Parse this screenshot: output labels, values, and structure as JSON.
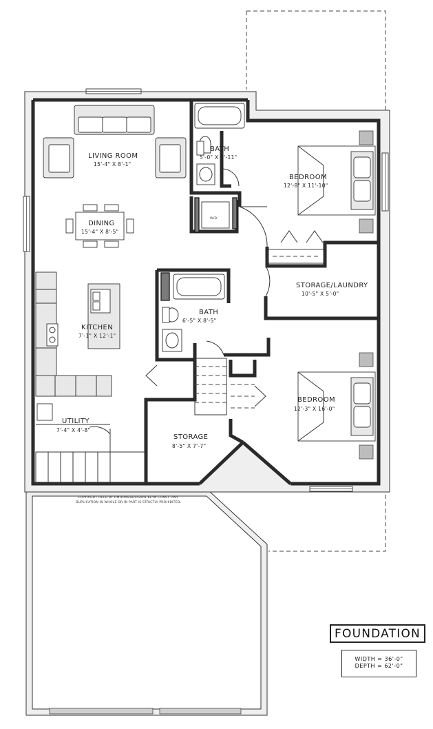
{
  "plan": {
    "rooms": [
      {
        "id": "living-room",
        "name": "LIVING ROOM",
        "size": "15'-4\" X 8'-1\""
      },
      {
        "id": "dining",
        "name": "DINING",
        "size": "15'-4\" X 8'-5\""
      },
      {
        "id": "kitchen",
        "name": "KITCHEN",
        "size": "7'-1\" X 12'-1\""
      },
      {
        "id": "utility",
        "name": "UTILITY",
        "size": "7'-4\" X 4'-8\""
      },
      {
        "id": "bath-upper",
        "name": "BATH",
        "size": "5'-0\" X 8'-11\""
      },
      {
        "id": "bedroom-upper",
        "name": "BEDROOM",
        "size": "12'-8\" X 11'-10\""
      },
      {
        "id": "storage-laundry",
        "name": "STORAGE/LAUNDRY",
        "size": "10'-5\" X 5'-0\""
      },
      {
        "id": "bath-center",
        "name": "BATH",
        "size": "6'-5\" X 8'-5\""
      },
      {
        "id": "bedroom-lower",
        "name": "BEDROOM",
        "size": "12'-3\" X 16'-0\""
      },
      {
        "id": "storage",
        "name": "STORAGE",
        "size": "8'-5\" X 7'-7\""
      }
    ],
    "fixture_labels": {
      "water_heater": "W/D"
    },
    "copyright": [
      "COPYRIGHT HELD BY HMHOMEDESIGN/H-KEYN CONST. ANY",
      "DUPLICATION IN WHOLE OR IN PART IS STRICTLY PROHIBITED."
    ]
  },
  "title": "FOUNDATION",
  "dimensions": {
    "width": "WIDTH = 36'-0\"",
    "depth": "DEPTH = 62'-0\""
  }
}
